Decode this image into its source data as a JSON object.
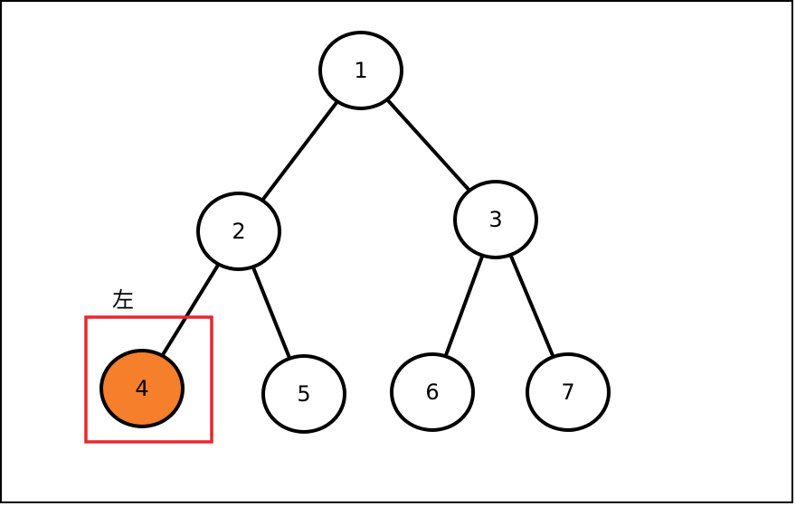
{
  "diagram": {
    "type": "binary-tree",
    "nodes": [
      {
        "id": "1",
        "label": "1"
      },
      {
        "id": "2",
        "label": "2"
      },
      {
        "id": "3",
        "label": "3"
      },
      {
        "id": "4",
        "label": "4",
        "highlighted": true
      },
      {
        "id": "5",
        "label": "5"
      },
      {
        "id": "6",
        "label": "6"
      },
      {
        "id": "7",
        "label": "7"
      }
    ],
    "edges": [
      [
        "1",
        "2"
      ],
      [
        "1",
        "3"
      ],
      [
        "2",
        "4"
      ],
      [
        "2",
        "5"
      ],
      [
        "3",
        "6"
      ],
      [
        "3",
        "7"
      ]
    ],
    "annotation": "左"
  },
  "colors": {
    "frame": "#000000",
    "node_fill": "#ffffff",
    "node_stroke": "#000000",
    "edge": "#000000",
    "highlight_fill": "#f57f2b",
    "highlight_box": "#e8262e"
  }
}
